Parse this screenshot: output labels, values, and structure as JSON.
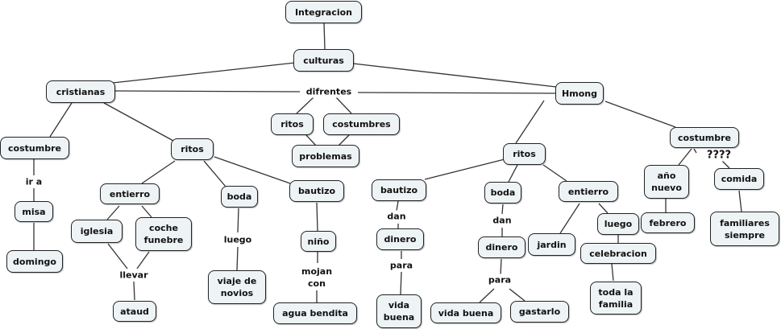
{
  "title": "Integracion",
  "nodes": {
    "integracion": "Integracion",
    "culturas": "culturas",
    "cristianas": "cristianas",
    "hmong": "Hmong",
    "c_costumbre": "costumbre",
    "c_misa": "misa",
    "c_domingo": "domingo",
    "c_ritos": "ritos",
    "c_entierro": "entierro",
    "c_iglesia": "iglesia",
    "c_coche": "coche\nfunebre",
    "c_ataud": "ataud",
    "c_boda": "boda",
    "c_viaje": "viaje de\nnovios",
    "c_bautizo": "bautizo",
    "c_nino": "niño",
    "c_agua": "agua bendita",
    "d_ritos": "ritos",
    "d_costumbres": "costumbres",
    "d_problemas": "problemas",
    "h_ritos": "ritos",
    "h_bautizo": "bautizo",
    "h_dinero1": "dinero",
    "h_vida1": "vida\nbuena",
    "h_boda": "boda",
    "h_dinero2": "dinero",
    "h_vida2": "vida buena",
    "h_gastarlo": "gastarlo",
    "h_entierro": "entierro",
    "h_jardin": "jardin",
    "h_luego": "luego",
    "h_celebracion": "celebracion",
    "h_toda": "toda la\nfamilia",
    "h_costumbre": "costumbre",
    "h_ano": "año\nnuevo",
    "h_febrero": "febrero",
    "h_comida": "comida",
    "h_familiares": "familiares\nsiempre"
  },
  "links": {
    "difrentes": "difrentes",
    "ir_a": "ir a",
    "llevar": "llevar",
    "luego": "luego",
    "mojan_con": "mojan\ncon",
    "dan1": "dan",
    "para1": "para",
    "dan2": "dan",
    "para2": "para",
    "questions": "????"
  }
}
